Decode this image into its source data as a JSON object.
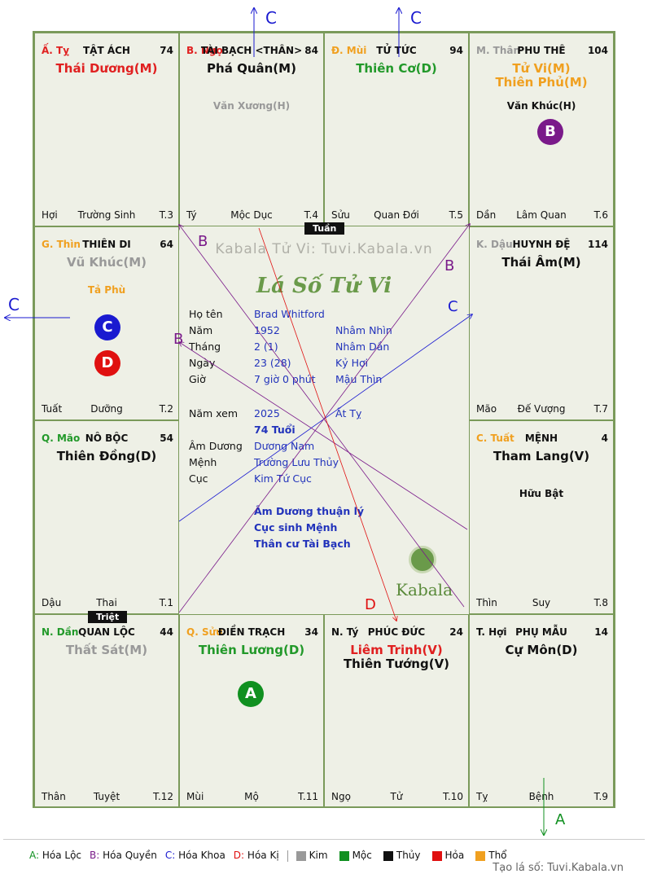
{
  "cells": [
    {
      "id": "ty",
      "branch": "Ấ. Tỵ",
      "branch_color": "#e02020",
      "name": "TẬT ÁCH",
      "age": "74",
      "stars": [
        {
          "text": "Thái Dương(M)",
          "color": "#e02020"
        }
      ],
      "minors": [],
      "foot": [
        "Hợi",
        "Trường Sinh",
        "T.3"
      ]
    },
    {
      "id": "ngo",
      "branch": "B. Ngọ",
      "branch_color": "#e02020",
      "name": "TÀI BẠCH <THÂN>",
      "age": "84",
      "stars": [
        {
          "text": "Phá Quân(M)",
          "color": "#111111"
        }
      ],
      "minors": [
        {
          "text": "Văn Xương(H)",
          "color": "#999999"
        }
      ],
      "foot": [
        "Tý",
        "Mộc Dục",
        "T.4"
      ]
    },
    {
      "id": "mui",
      "branch": "Đ. Mùi",
      "branch_color": "#f0a020",
      "name": "TỬ TỨC",
      "age": "94",
      "stars": [
        {
          "text": "Thiên Cơ(D)",
          "color": "#22992a"
        }
      ],
      "minors": [],
      "foot": [
        "Sửu",
        "Quan Đới",
        "T.5"
      ]
    },
    {
      "id": "than",
      "branch": "M. Thân",
      "branch_color": "#999999",
      "name": "PHU THÊ",
      "age": "104",
      "stars": [
        {
          "text": "Tử Vi(M)",
          "color": "#f0a020"
        },
        {
          "text": "Thiên Phủ(M)",
          "color": "#f0a020"
        }
      ],
      "minors": [
        {
          "text": "Văn Khúc(H)",
          "color": "#111111"
        }
      ],
      "foot": [
        "Dần",
        "Lâm Quan",
        "T.6"
      ]
    },
    {
      "id": "thin",
      "branch": "G. Thìn",
      "branch_color": "#f0a020",
      "name": "THIÊN DI",
      "age": "64",
      "stars": [
        {
          "text": "Vũ Khúc(M)",
          "color": "#999999"
        }
      ],
      "minors": [
        {
          "text": "Tả Phù",
          "color": "#f0a020"
        }
      ],
      "foot": [
        "Tuất",
        "Dưỡng",
        "T.2"
      ]
    },
    {
      "id": "dau",
      "branch": "K. Dậu",
      "branch_color": "#999999",
      "name": "HUYNH ĐỆ",
      "age": "114",
      "stars": [
        {
          "text": "Thái Âm(M)",
          "color": "#111111"
        }
      ],
      "minors": [],
      "foot": [
        "Mão",
        "Đế Vượng",
        "T.7"
      ]
    },
    {
      "id": "mao",
      "branch": "Q. Mão",
      "branch_color": "#22992a",
      "name": "NÔ BỘC",
      "age": "54",
      "stars": [
        {
          "text": "Thiên Đồng(D)",
          "color": "#111111"
        }
      ],
      "minors": [],
      "foot": [
        "Dậu",
        "Thai",
        "T.1"
      ]
    },
    {
      "id": "tuat",
      "branch": "C. Tuất",
      "branch_color": "#f0a020",
      "name": "MỆNH",
      "age": "4",
      "stars": [
        {
          "text": "Tham Lang(V)",
          "color": "#111111"
        }
      ],
      "minors": [
        {
          "text": "Hữu Bật",
          "color": "#111111"
        }
      ],
      "foot": [
        "Thìn",
        "Suy",
        "T.8"
      ]
    },
    {
      "id": "dan",
      "branch": "N. Dần",
      "branch_color": "#22992a",
      "name": "QUAN LỘC",
      "age": "44",
      "stars": [
        {
          "text": "Thất Sát(M)",
          "color": "#999999"
        }
      ],
      "minors": [],
      "foot": [
        "Thân",
        "Tuyệt",
        "T.12"
      ]
    },
    {
      "id": "suu",
      "branch": "Q. Sửu",
      "branch_color": "#f0a020",
      "name": "ĐIỀN TRẠCH",
      "age": "34",
      "stars": [
        {
          "text": "Thiên Lương(D)",
          "color": "#22992a"
        }
      ],
      "minors": [],
      "foot": [
        "Mùi",
        "Mộ",
        "T.11"
      ]
    },
    {
      "id": "tyy",
      "branch": "N. Tý",
      "branch_color": "#111111",
      "name": "PHÚC ĐỨC",
      "age": "24",
      "stars": [
        {
          "text": "Liêm Trinh(V)",
          "color": "#e02020"
        },
        {
          "text": "Thiên Tướng(V)",
          "color": "#111111"
        }
      ],
      "minors": [],
      "foot": [
        "Ngọ",
        "Tử",
        "T.10"
      ]
    },
    {
      "id": "hoi",
      "branch": "T. Hợi",
      "branch_color": "#111111",
      "name": "PHỤ MẪU",
      "age": "14",
      "stars": [
        {
          "text": "Cự Môn(D)",
          "color": "#111111"
        }
      ],
      "minors": [],
      "foot": [
        "Tỵ",
        "Bệnh",
        "T.9"
      ]
    }
  ],
  "badges": [
    {
      "letter": "B",
      "color": "#7a1a8a",
      "cell": "than"
    },
    {
      "letter": "C",
      "color": "#1a1ad0",
      "cell": "thin"
    },
    {
      "letter": "D",
      "color": "#e01010",
      "cell": "thin"
    },
    {
      "letter": "A",
      "color": "#109020",
      "cell": "suu"
    }
  ],
  "tags": {
    "tuan": "Tuần",
    "triet": "Triệt"
  },
  "center": {
    "watermark": "Kabala Tử Vi: Tuvi.Kabala.vn",
    "title": "Lá Số Tử Vi",
    "brand": "Kabala",
    "rows": [
      {
        "label": "Họ tên",
        "value": "Brad Whitford",
        "extra": ""
      },
      {
        "label": "Năm",
        "value": "1952",
        "extra": "Nhâm Nhìn"
      },
      {
        "label": "Tháng",
        "value": "2  (1)",
        "extra": "Nhâm Dần"
      },
      {
        "label": "Ngày",
        "value": "23  (28)",
        "extra": "Kỷ Hợi"
      },
      {
        "label": "Giờ",
        "value": "7 giờ 0 phút",
        "extra": "Mậu Thìn"
      }
    ],
    "rows2": [
      {
        "label": "Năm xem",
        "value": "2025",
        "extra": "Ất Tỵ"
      },
      {
        "label": "",
        "value": "74 Tuổi",
        "extra": ""
      },
      {
        "label": "Âm Dương",
        "value": "Dương Nam",
        "extra": ""
      },
      {
        "label": "Mệnh",
        "value": "Trường Lưu Thủy",
        "extra": ""
      },
      {
        "label": "Cục",
        "value": "Kim Tứ Cục",
        "extra": ""
      }
    ],
    "notes": [
      "Âm Dương thuận lý",
      "Cục sinh Mệnh",
      "Thân cư Tài Bạch"
    ]
  },
  "arrow_labels": {
    "c1": "C",
    "c2": "C",
    "c3": "C",
    "c4": "C",
    "b1": "B",
    "b2": "B",
    "b3": "B",
    "d": "D",
    "a": "A"
  },
  "legend": {
    "hoa": [
      {
        "key": "A:",
        "text": "Hóa Lộc",
        "color": "#109020"
      },
      {
        "key": "B:",
        "text": "Hóa Quyền",
        "color": "#7a1a8a"
      },
      {
        "key": "C:",
        "text": "Hóa Khoa",
        "color": "#1a1ad0"
      },
      {
        "key": "D:",
        "text": "Hóa Kị",
        "color": "#e01010"
      }
    ],
    "elements": [
      {
        "text": "Kim",
        "color": "#999999"
      },
      {
        "text": "Mộc",
        "color": "#109020"
      },
      {
        "text": "Thủy",
        "color": "#111111"
      },
      {
        "text": "Hỏa",
        "color": "#e01010"
      },
      {
        "text": "Thổ",
        "color": "#f0a020"
      }
    ],
    "site": "Tạo lá số: Tuvi.Kabala.vn"
  }
}
